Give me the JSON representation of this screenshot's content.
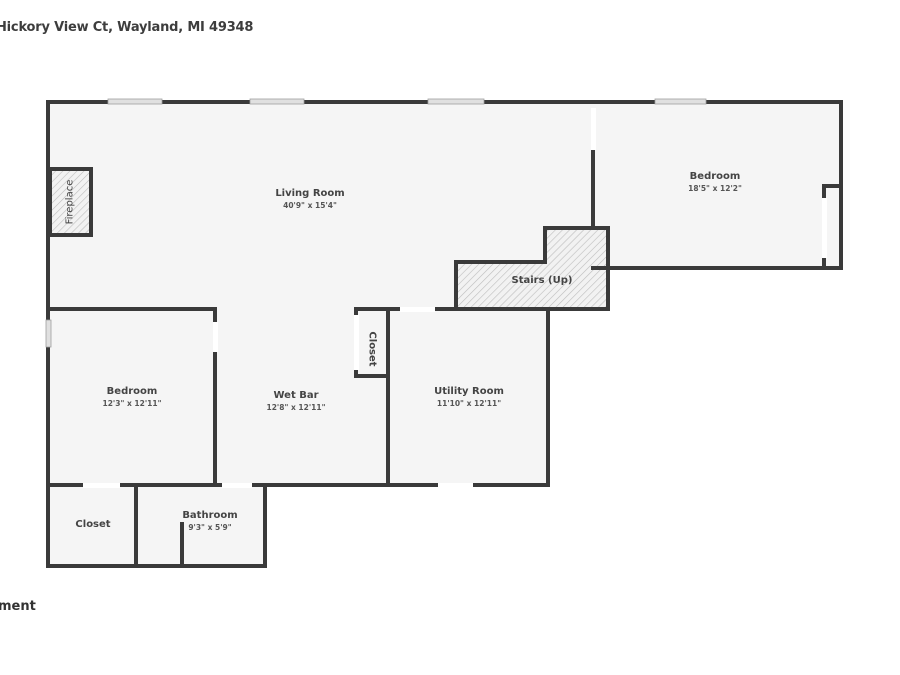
{
  "header": {
    "address": "Hickory View Ct, Wayland, MI 49348"
  },
  "floor": {
    "label": "ment"
  },
  "colors": {
    "wall": "#3a3a3a",
    "floor_fill": "#f5f5f5",
    "hatch": "#bdbdbd",
    "window": "#cfcfcf",
    "text": "#444444"
  },
  "rooms": {
    "living_room": {
      "name": "Living Room",
      "dims": "40'9\" x 15'4\""
    },
    "bedroom_right": {
      "name": "Bedroom",
      "dims": "18'5\" x 12'2\""
    },
    "stairs": {
      "name": "Stairs (Up)"
    },
    "fireplace": {
      "name": "Fireplace"
    },
    "bedroom_left": {
      "name": "Bedroom",
      "dims": "12'3\" x 12'11\""
    },
    "wet_bar": {
      "name": "Wet Bar",
      "dims": "12'8\" x 12'11\""
    },
    "closet_small": {
      "name": "Closet"
    },
    "utility_room": {
      "name": "Utility Room",
      "dims": "11'10\" x 12'11\""
    },
    "closet_bottom": {
      "name": "Closet"
    },
    "bathroom": {
      "name": "Bathroom",
      "dims": "9'3\" x 5'9\""
    }
  }
}
